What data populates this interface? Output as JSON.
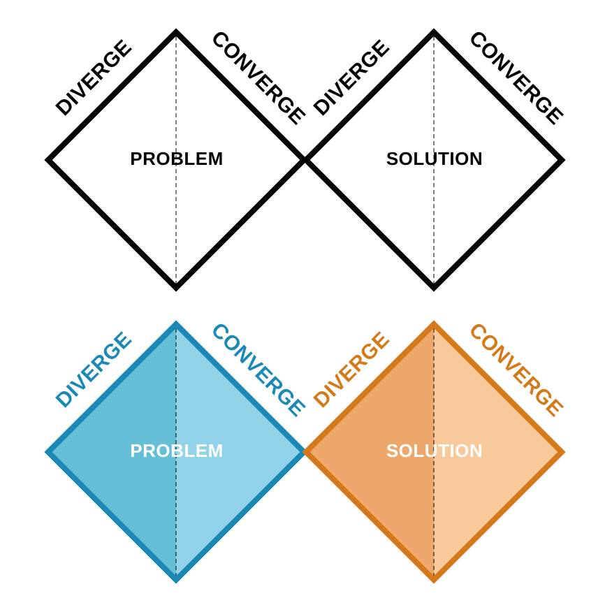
{
  "diagrams": [
    {
      "variant": "outline",
      "diamonds": [
        {
          "left_label": "DIVERGE",
          "right_label": "CONVERGE",
          "center_label": "PROBLEM",
          "stroke_color": "#000000",
          "left_fill": "#ffffff",
          "right_fill": "#ffffff",
          "label_color": "#000000",
          "center_label_color": "#000000"
        },
        {
          "left_label": "DIVERGE",
          "right_label": "CONVERGE",
          "center_label": "SOLUTION",
          "stroke_color": "#000000",
          "left_fill": "#ffffff",
          "right_fill": "#ffffff",
          "label_color": "#000000",
          "center_label_color": "#000000"
        }
      ]
    },
    {
      "variant": "colored",
      "diamonds": [
        {
          "left_label": "DIVERGE",
          "right_label": "CONVERGE",
          "center_label": "PROBLEM",
          "stroke_color": "#1a89b5",
          "left_fill": "#65bfd6",
          "right_fill": "#93d3ea",
          "label_color": "#1a89b5",
          "center_label_color": "#ffffff"
        },
        {
          "left_label": "DIVERGE",
          "right_label": "CONVERGE",
          "center_label": "SOLUTION",
          "stroke_color": "#d47a1a",
          "left_fill": "#eea76a",
          "right_fill": "#f8c99a",
          "label_color": "#d47a1a",
          "center_label_color": "#ffffff"
        }
      ]
    }
  ]
}
